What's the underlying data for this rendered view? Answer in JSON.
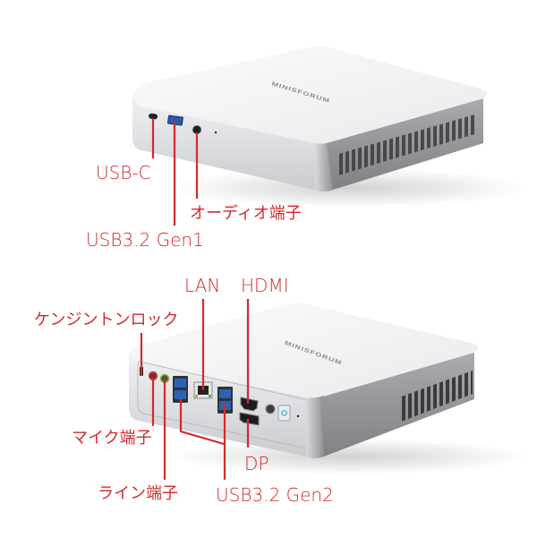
{
  "figure": {
    "accent_color": "#d42a2a",
    "device_brand_text": "MINISFORUM"
  },
  "front_view": {
    "labels": {
      "usb_c": "USB-C",
      "usb32_gen1": "USB3.2 Gen1",
      "audio_jack": "オーディオ端子"
    }
  },
  "rear_view": {
    "labels": {
      "lan": "LAN",
      "hdmi": "HDMI",
      "kensington_lock": "ケンジントンロック",
      "mic_jack": "マイク端子",
      "line_jack": "ライン端子",
      "dp": "DP",
      "usb32_gen2": "USB3.2 Gen2"
    }
  }
}
